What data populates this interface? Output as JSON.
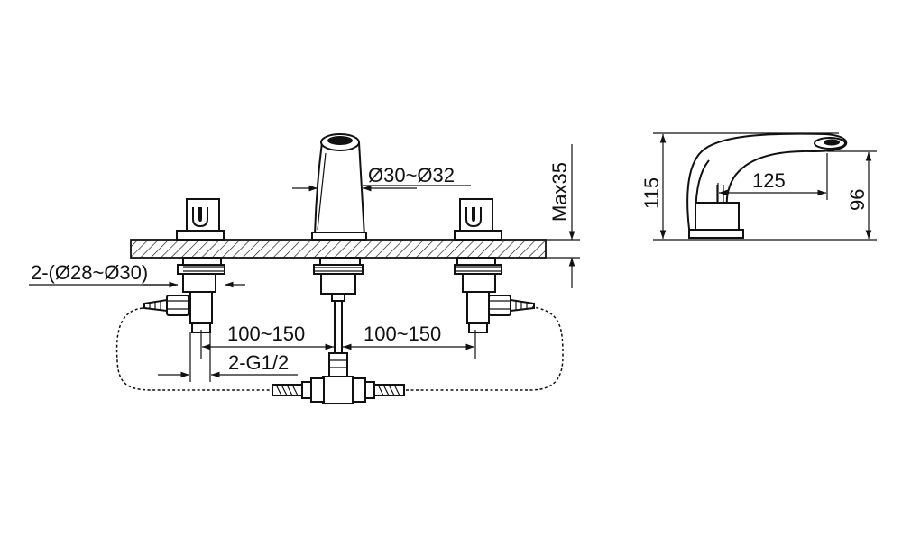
{
  "dimensions": {
    "spout_diameter": "Ø30~Ø32",
    "deck_thickness": "Max35",
    "handle_hole_diameter": "2-(Ø28~Ø30)",
    "left_spacing": "100~150",
    "right_spacing": "100~150",
    "inlet_thread": "2-G1/2",
    "side_height": "115",
    "side_reach": "125",
    "side_outlet_height": "96"
  }
}
